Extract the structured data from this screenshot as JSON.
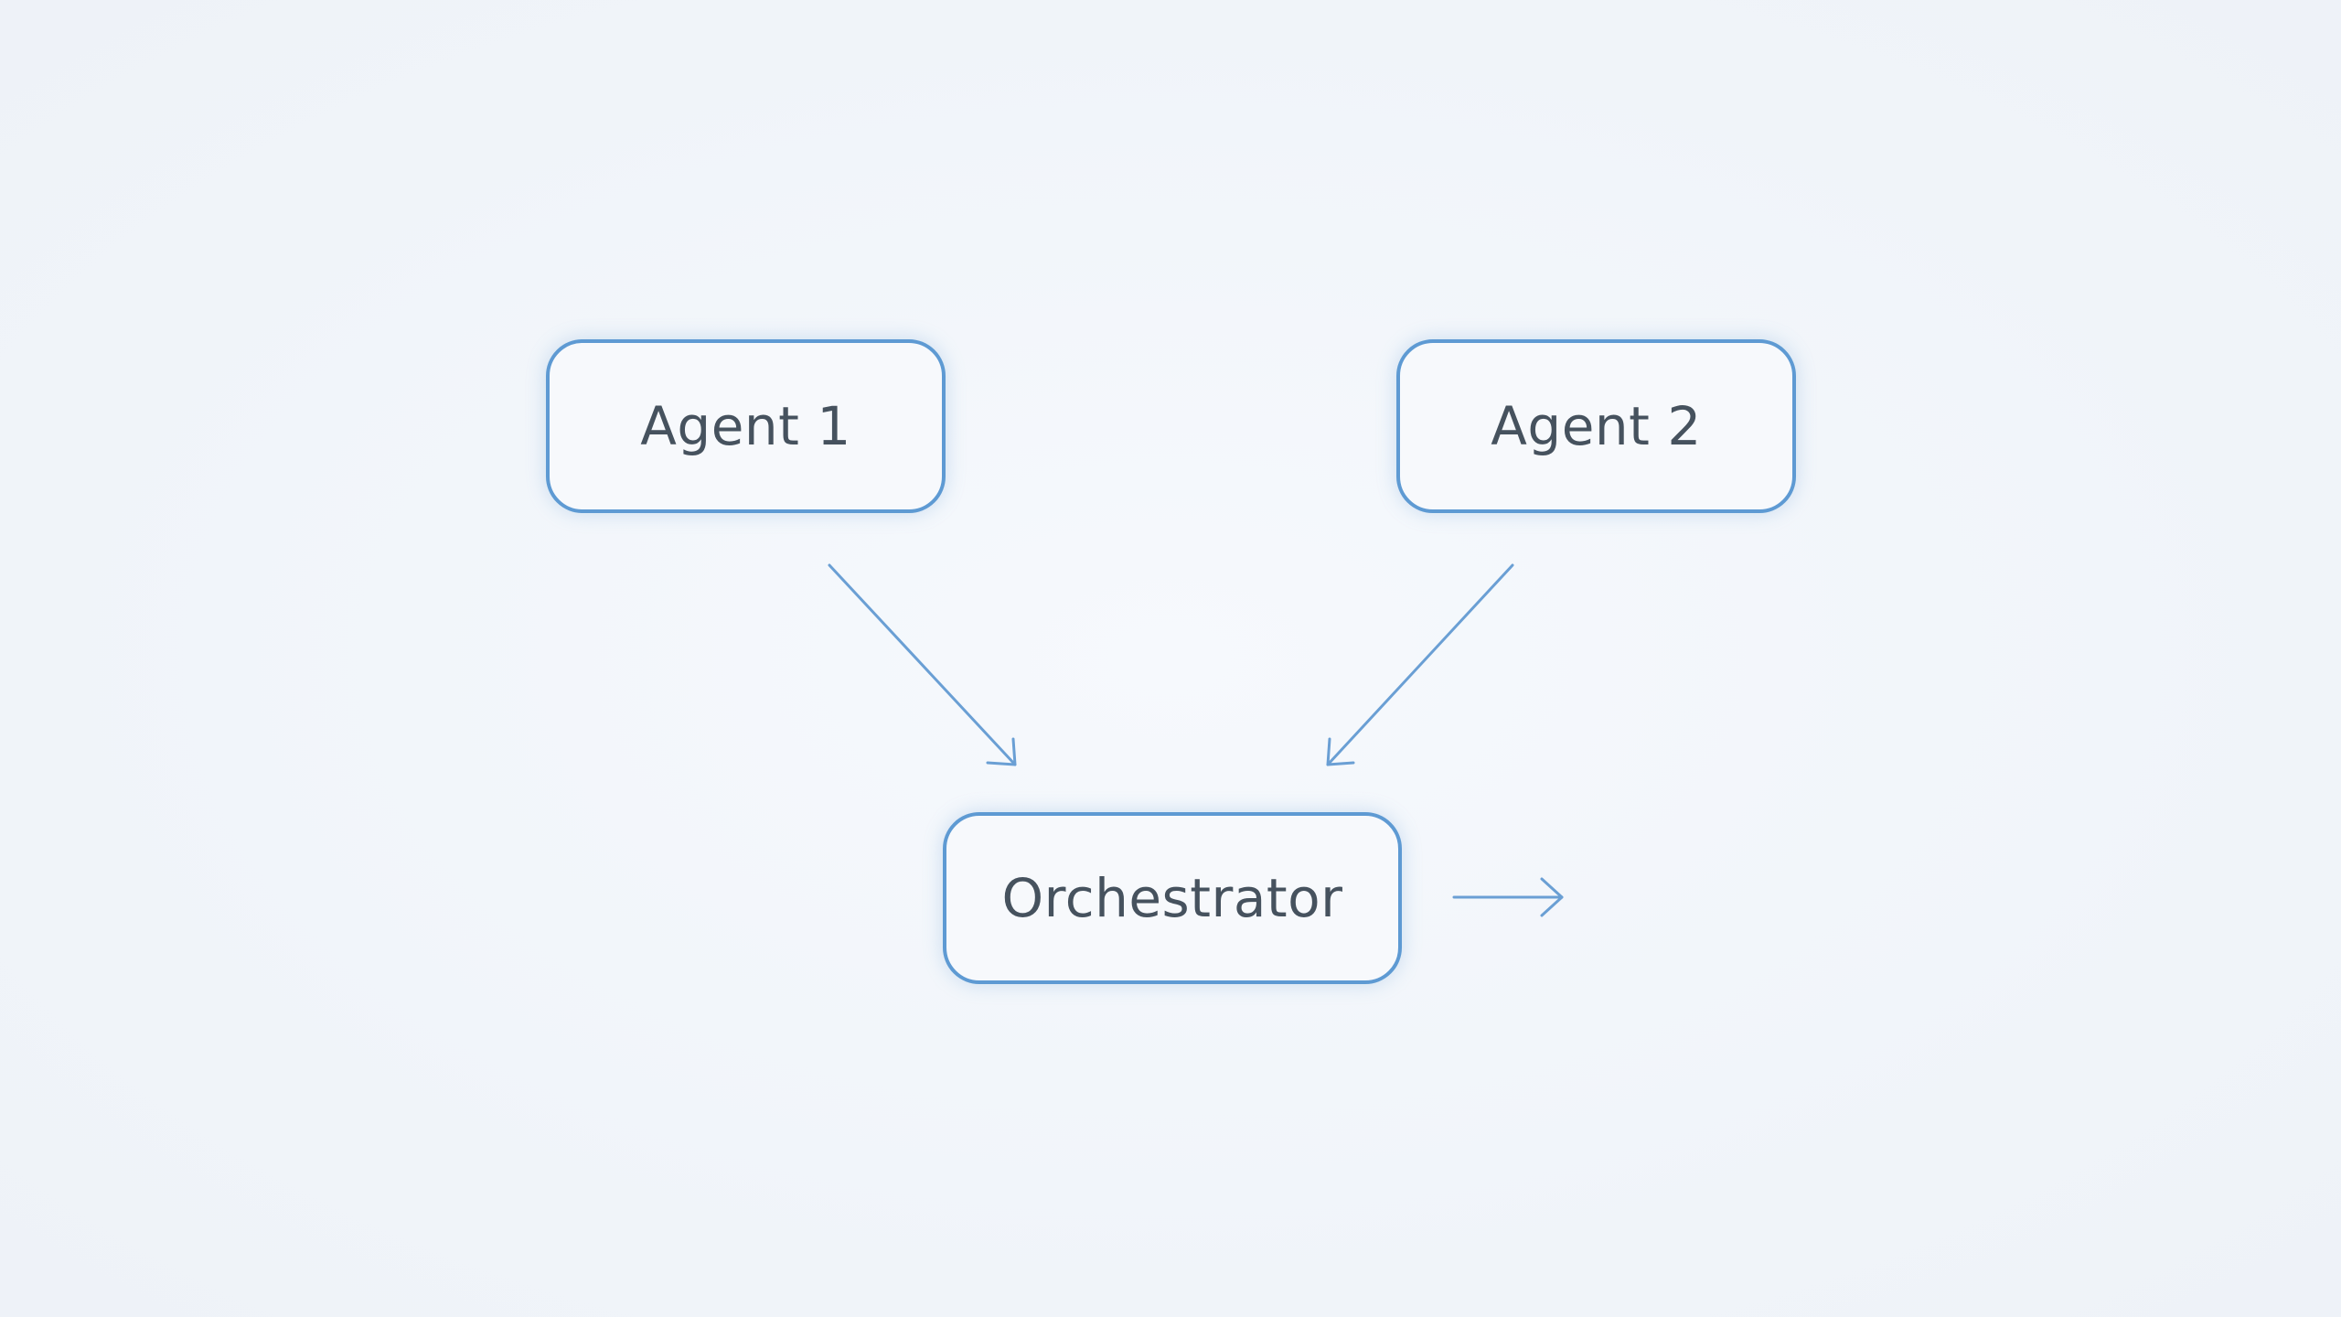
{
  "nodes": {
    "agent_1": "Agent 1",
    "agent_2": "Agent 2",
    "orchestrator": "Orchestrator"
  },
  "colors": {
    "background": "#f1f5fa",
    "node_border": "#5e9ad3",
    "arrow": "#6a9fd4",
    "text": "#46525e"
  }
}
